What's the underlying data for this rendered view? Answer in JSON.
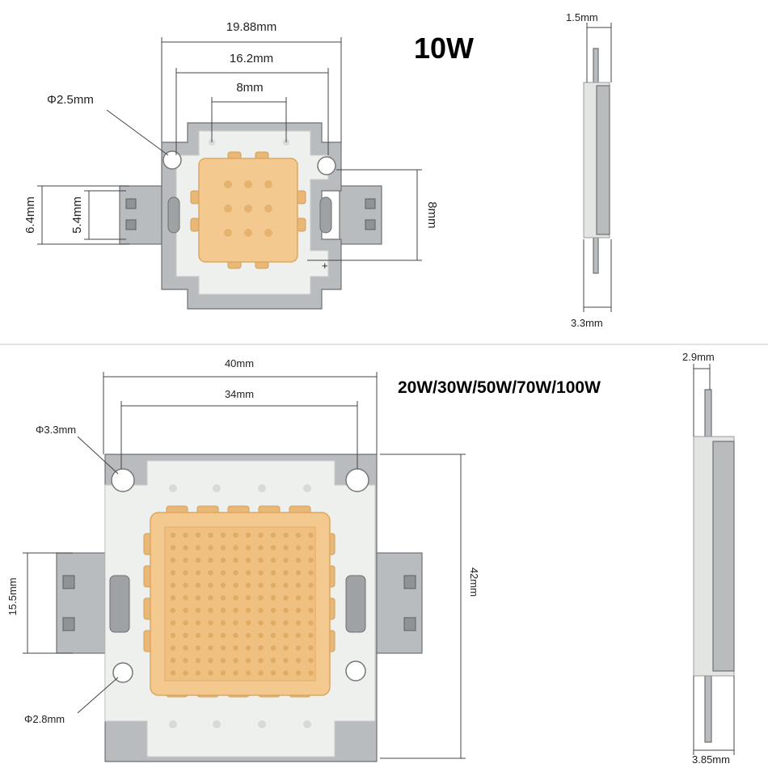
{
  "top": {
    "title": "10W",
    "dims": {
      "width_outer": "19.88mm",
      "width_mid": "16.2mm",
      "width_inner": "8mm",
      "hole": "Φ2.5mm",
      "height_outer": "6.4mm",
      "height_inner": "5.4mm",
      "height_right": "8mm"
    },
    "side": {
      "top": "1.5mm",
      "bottom": "3.3mm"
    }
  },
  "bottom": {
    "title": "20W/30W/50W/70W/100W",
    "dims": {
      "width_outer": "40mm",
      "width_inner": "34mm",
      "hole_top": "Φ3.3mm",
      "hole_bottom": "Φ2.8mm",
      "height_left": "15.5mm",
      "height_right": "42mm"
    },
    "side": {
      "top": "2.9mm",
      "bottom": "3.85mm"
    }
  },
  "colors": {
    "phosphor": "#f3c98f",
    "metal": "#b9bcbe",
    "board": "#eef0ee"
  }
}
